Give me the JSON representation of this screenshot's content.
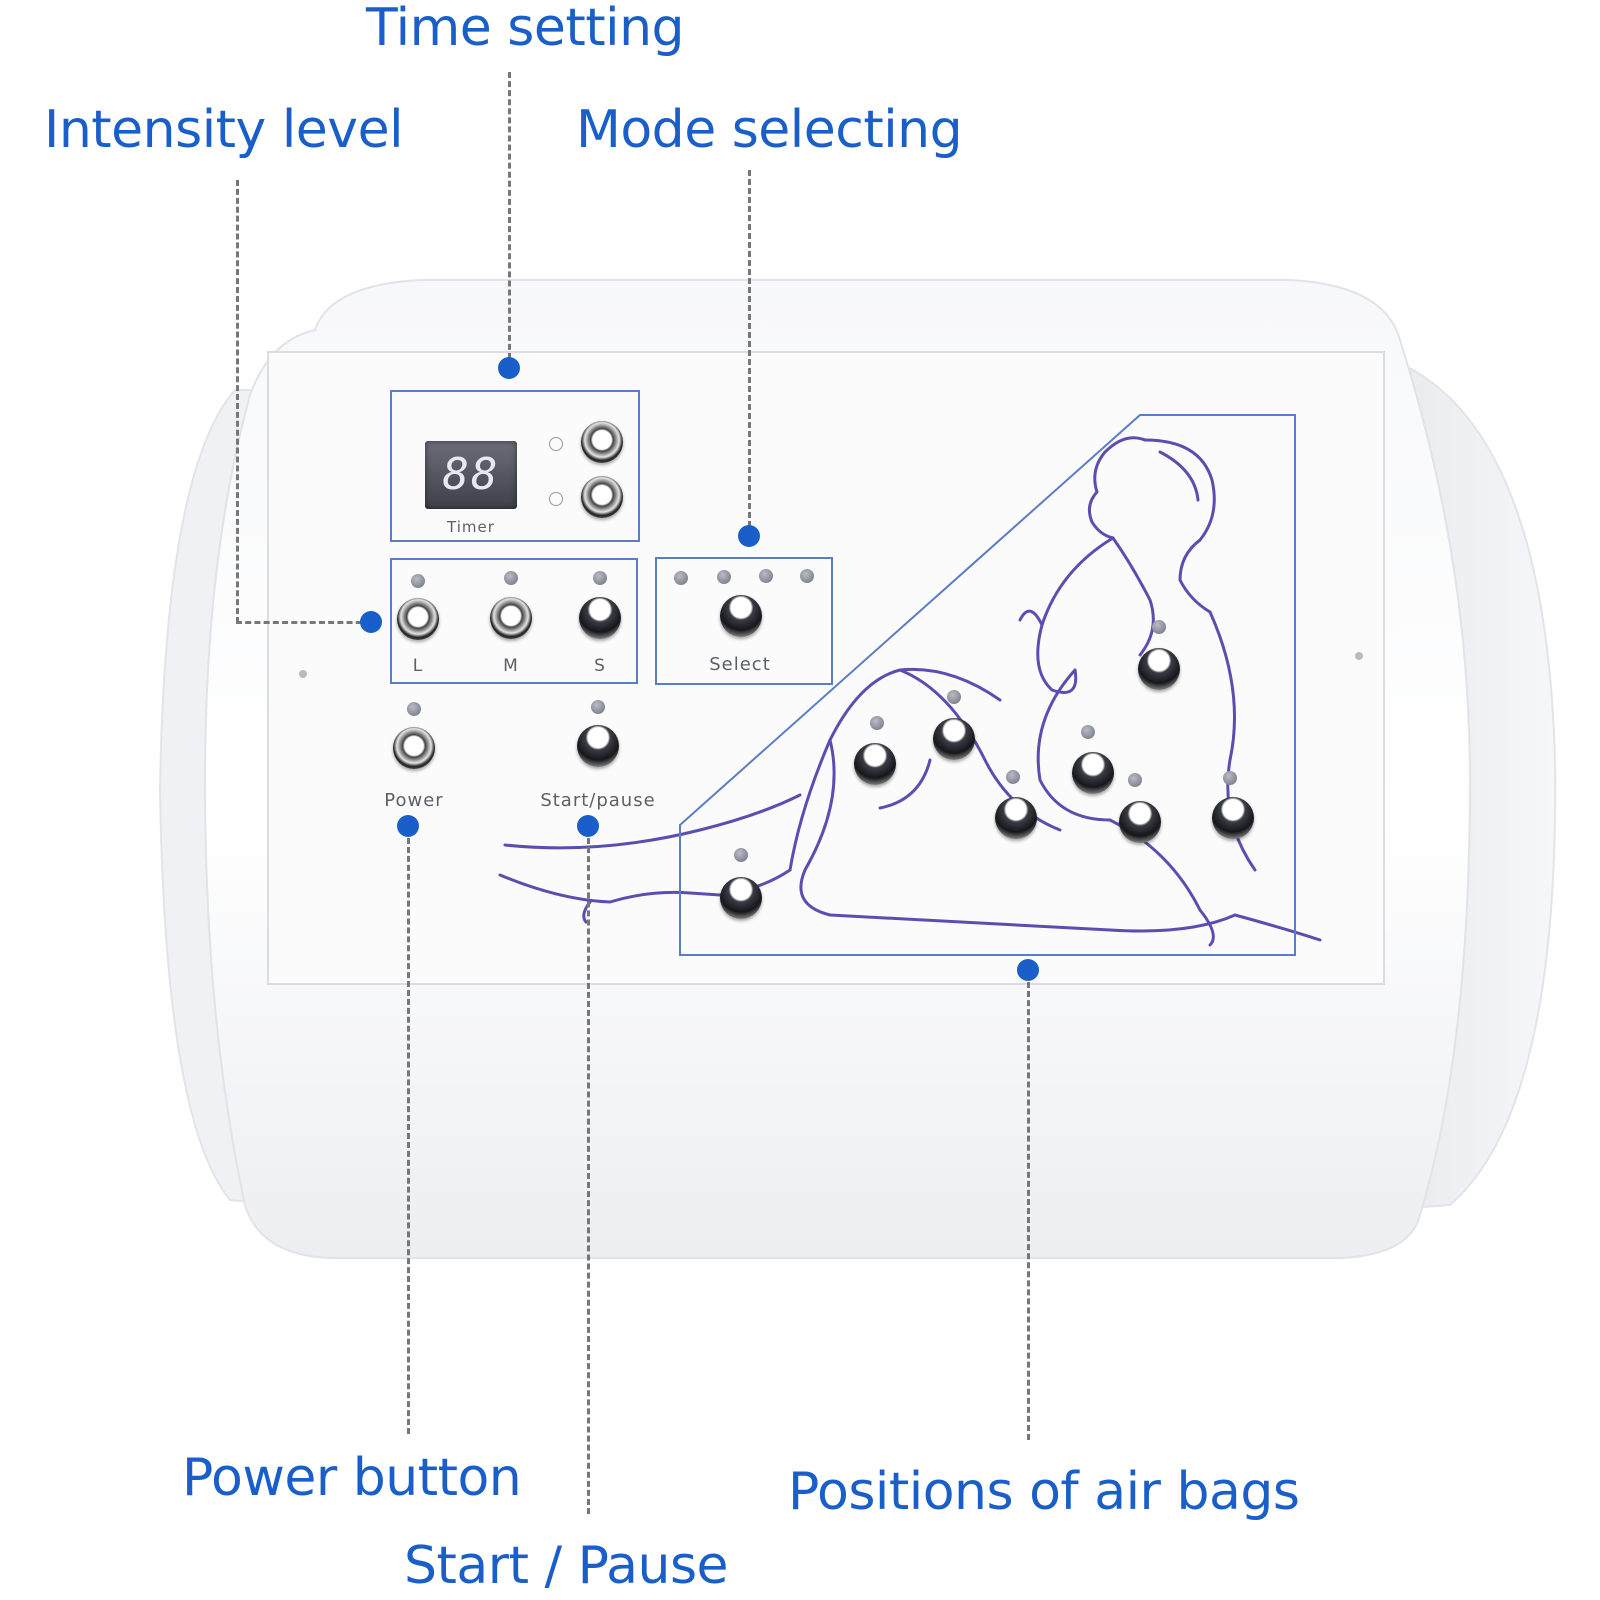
{
  "callouts": {
    "time_setting": "Time setting",
    "intensity_level": "Intensity level",
    "mode_selecting": "Mode selecting",
    "power_button": "Power button",
    "start_pause": "Start / Pause",
    "air_bag_positions": "Positions of air bags"
  },
  "panel": {
    "timer_display": "88",
    "timer_label": "Timer",
    "intensity_labels": [
      "L",
      "M",
      "S"
    ],
    "select_label": "Select",
    "power_label": "Power",
    "start_pause_label": "Start/pause"
  },
  "colors": {
    "callout_text": "#1a5fc9",
    "body_outline": "#5a4fb0",
    "display_digits": "#e8e8f0"
  }
}
